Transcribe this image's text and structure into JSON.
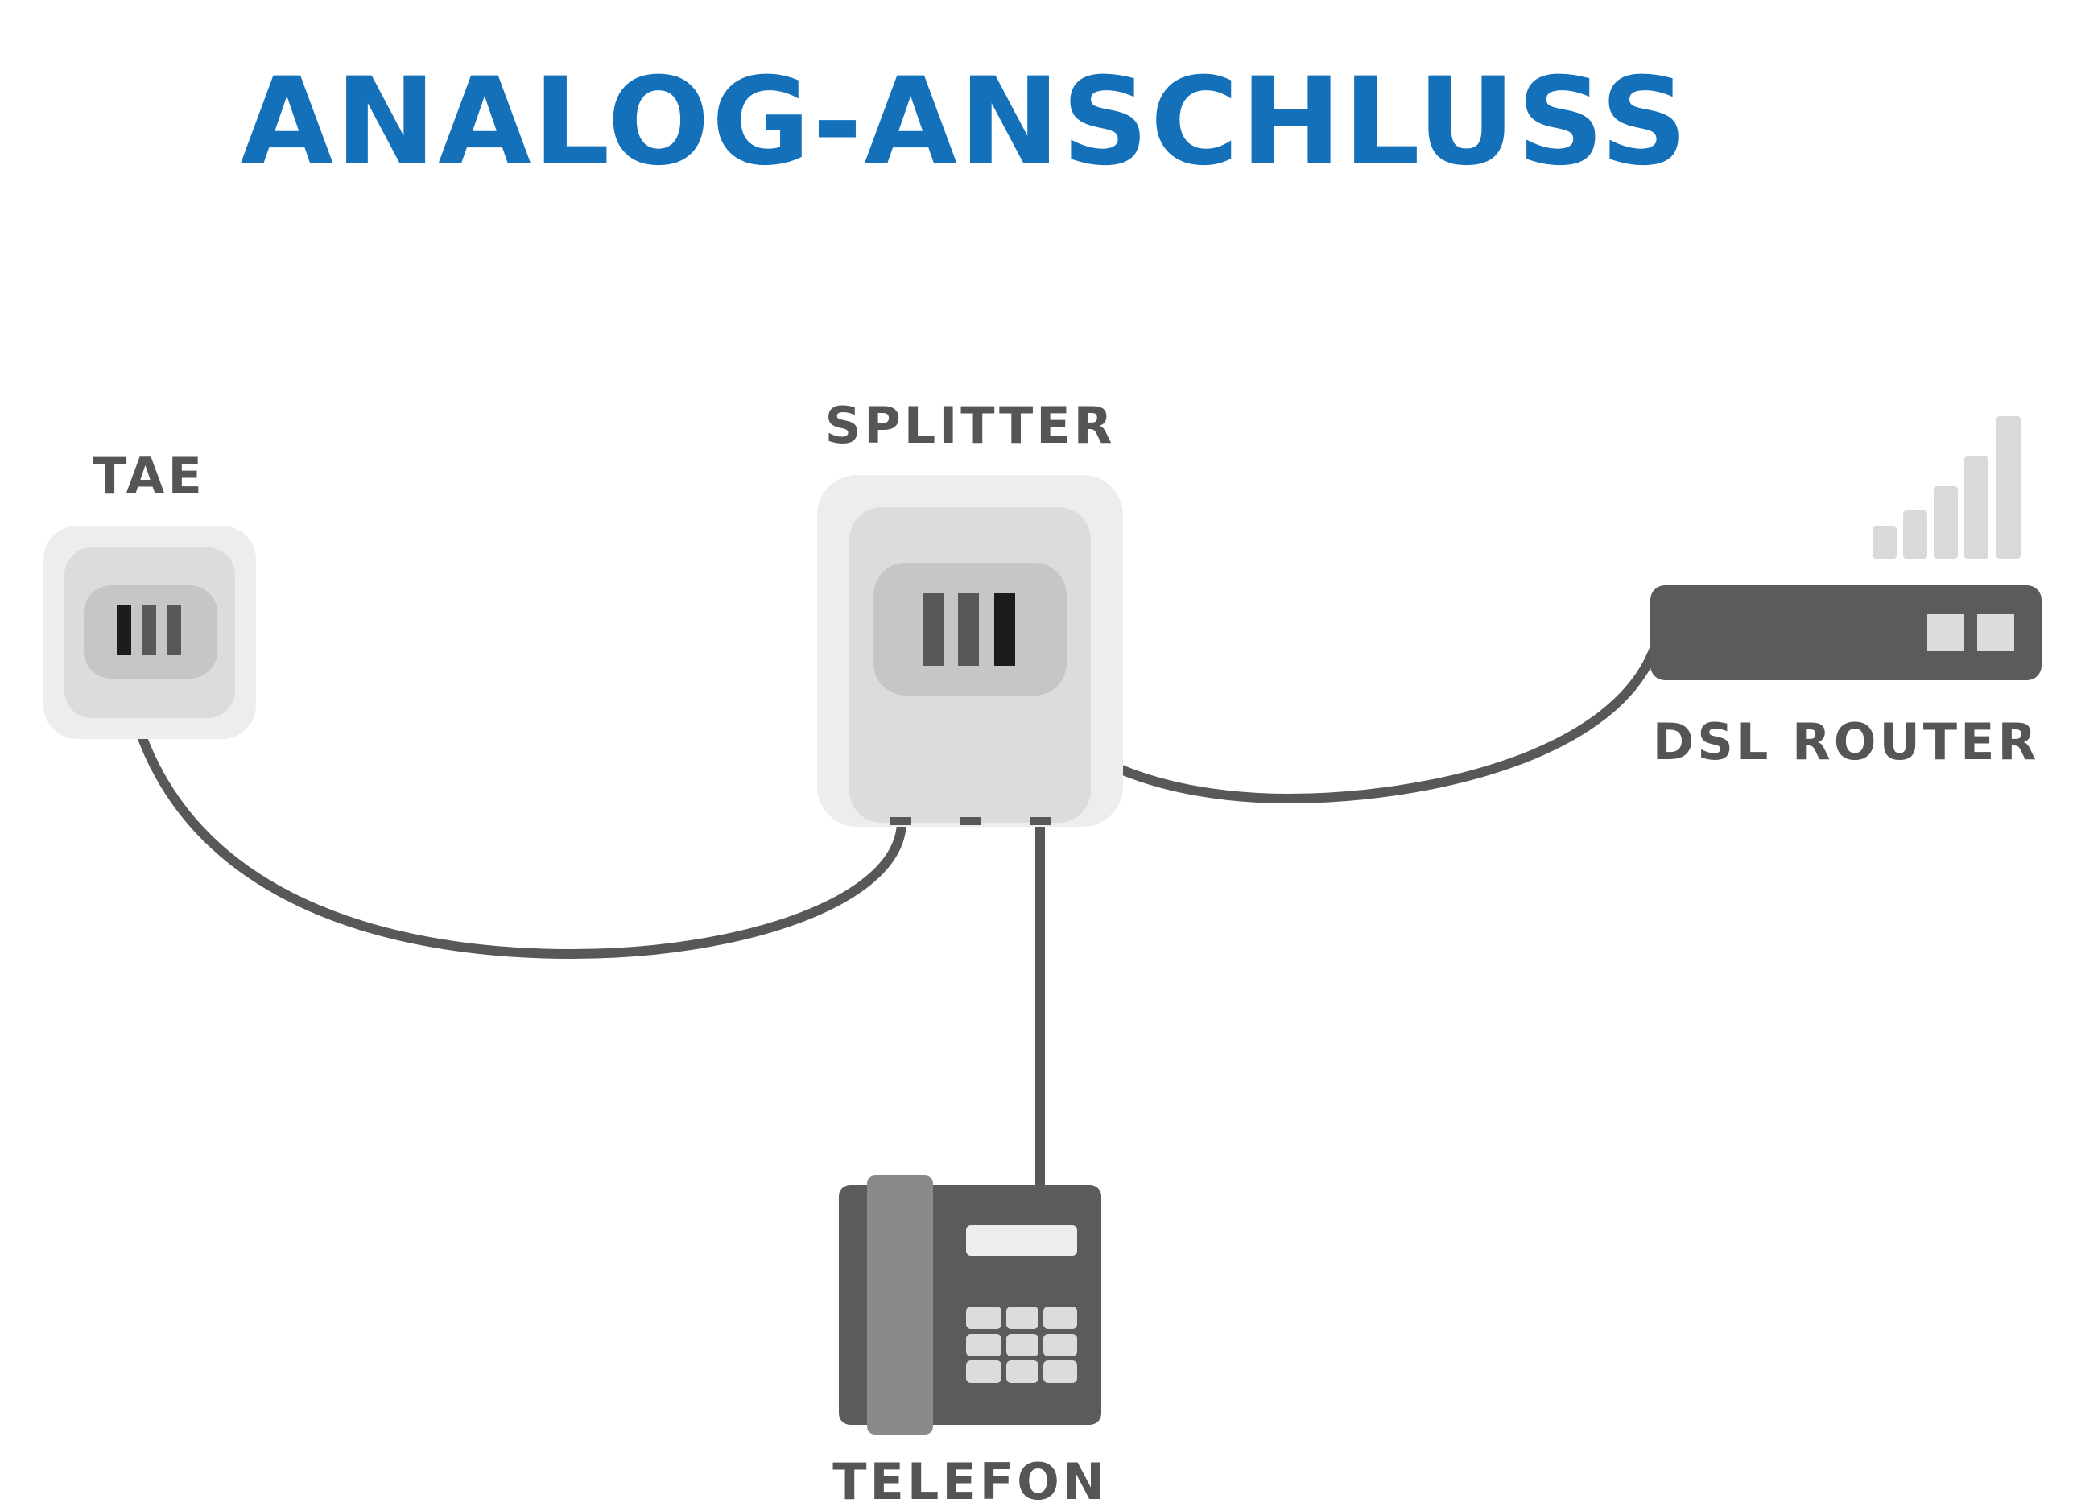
{
  "title": "ANALOG-ANSCHLUSS",
  "labels": {
    "tae": "TAE",
    "splitter": "SPLITTER",
    "router": "DSL ROUTER",
    "telefon": "TELEFON"
  },
  "colors": {
    "title": "#1470b9",
    "label": "#555555",
    "cable": "#585858",
    "device_dark": "#5b5b59",
    "socket_outer": "#ededec",
    "socket_mid": "#dcdcdb",
    "socket_inner": "#c6c6c5",
    "pin_active": "#1c1c1c",
    "signal_bars": "#d9d9d9",
    "handset": "#8a8a89"
  },
  "icons": {
    "tae": "tae-socket-icon",
    "splitter": "splitter-icon",
    "router": "dsl-router-icon",
    "wifi": "signal-strength-icon",
    "telefon": "telephone-icon"
  },
  "connections": [
    {
      "from": "TAE",
      "to": "SPLITTER"
    },
    {
      "from": "SPLITTER",
      "to": "DSL ROUTER"
    },
    {
      "from": "SPLITTER",
      "to": "TELEFON"
    }
  ]
}
